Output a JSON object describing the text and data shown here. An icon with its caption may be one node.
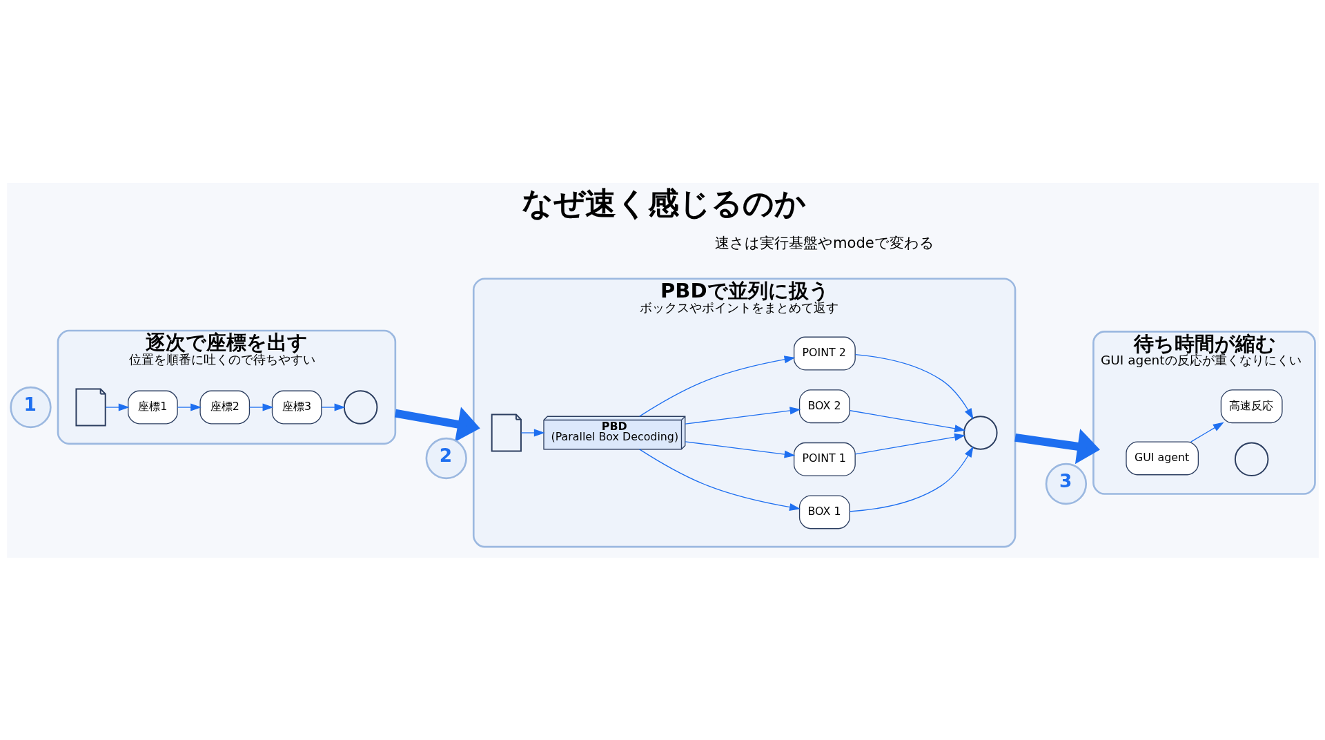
{
  "diagram": {
    "title": "なぜ速く感じるのか",
    "nodes": [
      {
        "text": [
          "1"
        ]
      },
      {
        "text": [
          "逐次で座標を出す",
          "位置を順番に吐くので待ちやすい"
        ]
      },
      {
        "text": [],
        "shape": "document",
        "in": 1
      },
      {
        "text": [
          "座標1"
        ],
        "in": 1
      },
      {
        "text": [
          "座標2"
        ],
        "in": 1
      },
      {
        "text": [
          "座標3"
        ],
        "in": 1
      },
      {
        "text": [],
        "shape": "clock",
        "in": 1
      },
      {
        "text": [
          "2"
        ]
      },
      {
        "text": [
          "PBDで並列に扱う",
          "ボックスやポイントをまとめて返す"
        ]
      },
      {
        "text": [],
        "shape": "document",
        "in": 8
      },
      {
        "text": [
          "PBD",
          "(Parallel Box Decoding)"
        ],
        "in": 8
      },
      {
        "text": [
          "BOX 1"
        ],
        "in": 8
      },
      {
        "text": [
          "POINT 1"
        ],
        "in": 8
      },
      {
        "text": [
          "BOX 2"
        ],
        "in": 8
      },
      {
        "text": [
          "POINT 2"
        ],
        "in": 8
      },
      {
        "text": [],
        "shape": "clock",
        "in": 8
      },
      {
        "text": [
          "3"
        ]
      },
      {
        "text": [
          "待ち時間が縮む",
          "GUI agentの反応が重くなりにくい"
        ]
      },
      {
        "text": [
          "GUI agent"
        ],
        "in": 17
      },
      {
        "text": [],
        "shape": "clock",
        "in": 17
      },
      {
        "text": [
          "高速反応"
        ],
        "in": 17
      }
    ],
    "edges": [
      {
        "from": 2,
        "to": 3,
        "arrow": "to"
      },
      {
        "from": 3,
        "to": 4,
        "arrow": "to"
      },
      {
        "from": 4,
        "to": 5,
        "arrow": "to"
      },
      {
        "from": 5,
        "to": 6,
        "arrow": "to"
      },
      {
        "from": 9,
        "to": 10,
        "arrow": "to"
      },
      {
        "from": 10,
        "to": 11,
        "arrow": "to"
      },
      {
        "from": 10,
        "to": 12,
        "arrow": "to"
      },
      {
        "from": 10,
        "to": 13,
        "arrow": "to"
      },
      {
        "from": 10,
        "to": 14,
        "arrow": "to"
      },
      {
        "from": 11,
        "to": 15,
        "arrow": "to"
      },
      {
        "from": 12,
        "to": 15,
        "arrow": "to"
      },
      {
        "from": 13,
        "to": 15,
        "arrow": "to"
      },
      {
        "from": 14,
        "to": 15,
        "arrow": "to"
      },
      {
        "from": 18,
        "to": 20,
        "arrow": "to"
      },
      {
        "from": 1,
        "to": 8,
        "arrow": "to",
        "style": "thick"
      },
      {
        "from": 8,
        "to": 17,
        "arrow": "to",
        "style": "thick"
      }
    ],
    "labels": [
      "速さは実行基盤やmodeで変わる"
    ]
  }
}
